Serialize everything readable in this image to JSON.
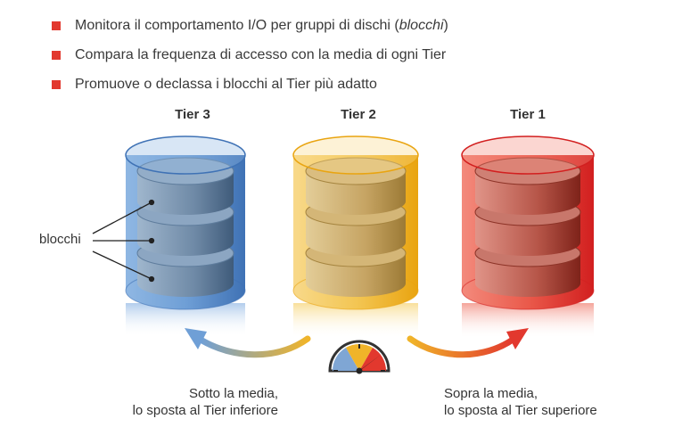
{
  "bullets": [
    {
      "prefix": "Monitora il comportamento I/O per gruppi di dischi (",
      "emph": "blocchi",
      "suffix": ")"
    },
    {
      "prefix": "Compara la frequenza di accesso con la media di ogni Tier",
      "emph": "",
      "suffix": ""
    },
    {
      "prefix": "Promuove o declassa i blocchi al Tier più adatto",
      "emph": "",
      "suffix": ""
    }
  ],
  "tiers": {
    "tier3": {
      "label": "Tier 3",
      "color": "#4f86c6"
    },
    "tier2": {
      "label": "Tier 2",
      "color": "#f0b429"
    },
    "tier1": {
      "label": "Tier 1",
      "color": "#e2382e"
    }
  },
  "blocks_label": "blocchi",
  "captions": {
    "below": {
      "line1": "Sotto la media,",
      "line2": "lo sposta al Tier inferiore"
    },
    "above": {
      "line1": "Sopra la media,",
      "line2": "lo sposta al Tier superiore"
    }
  },
  "colors": {
    "bullet": "#e2382e",
    "text": "#333333"
  },
  "icons": {
    "gauge": "gauge-icon",
    "arrow_left": "curved-arrow-left-icon",
    "arrow_right": "curved-arrow-right-icon"
  }
}
